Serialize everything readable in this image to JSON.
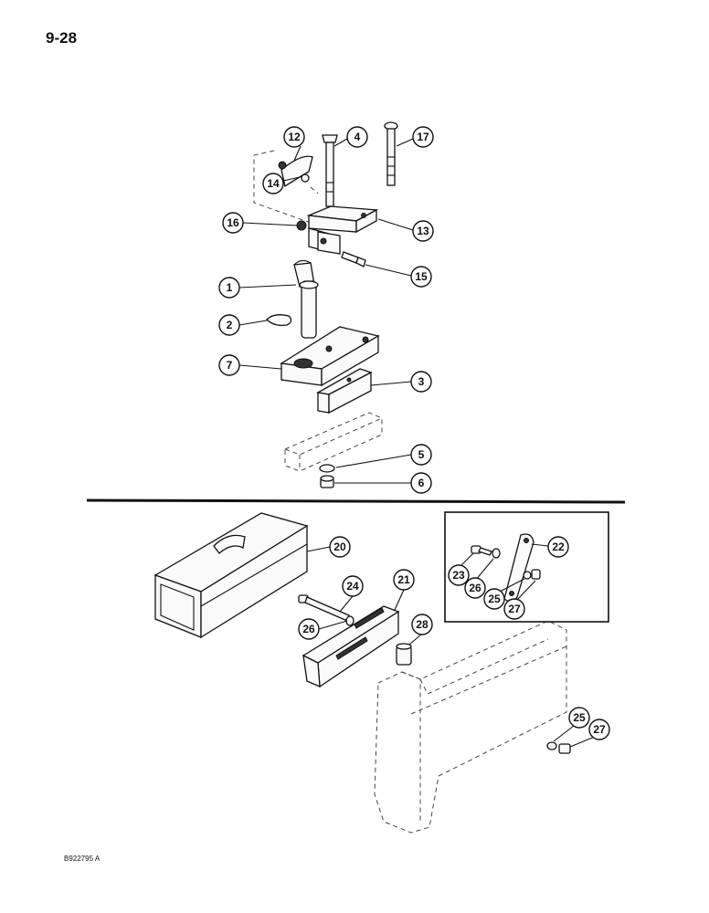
{
  "header": {
    "page_number": "9-28"
  },
  "footer": {
    "reference_code": "B922795 A"
  },
  "callouts": {
    "c1": "1",
    "c2": "2",
    "c3": "3",
    "c4": "4",
    "c5": "5",
    "c6": "6",
    "c7": "7",
    "c12": "12",
    "c13": "13",
    "c14": "14",
    "c15": "15",
    "c16": "16",
    "c17": "17",
    "c20": "20",
    "c21": "21",
    "c22": "22",
    "c23": "23",
    "c24": "24",
    "c25a": "25",
    "c25b": "25",
    "c26a": "26",
    "c26b": "26",
    "c27a": "27",
    "c27b": "27",
    "c28": "28"
  }
}
